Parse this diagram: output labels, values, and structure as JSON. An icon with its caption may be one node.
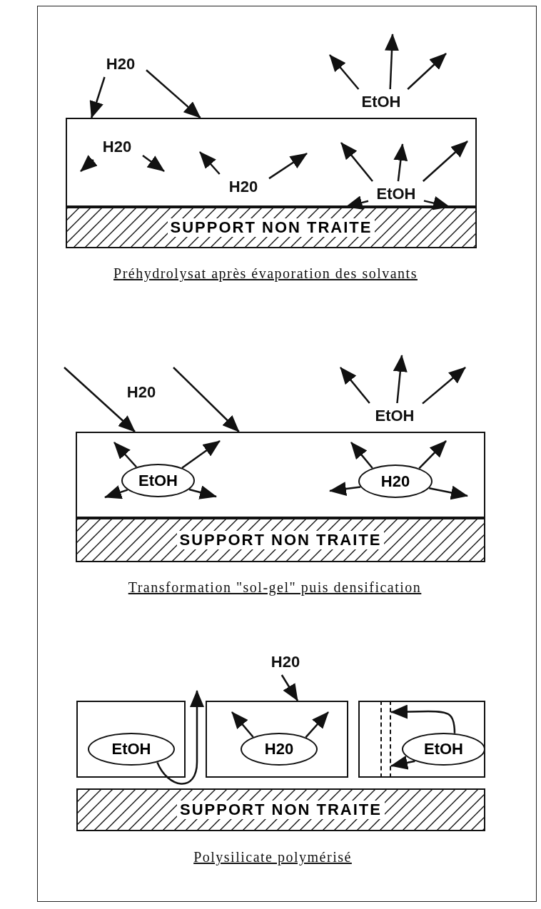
{
  "diagram": {
    "nodes": [
      {
        "text": [
          "H20"
        ]
      },
      {
        "text": [
          "EtOH"
        ]
      },
      {
        "text": [],
        "shape": "box"
      },
      {
        "text": [
          "H20"
        ],
        "in": 2
      },
      {
        "text": [
          "H20"
        ],
        "in": 2
      },
      {
        "text": [
          "EtOH"
        ],
        "in": 2
      },
      {
        "text": [
          "SUPPORT NON TRAITE"
        ]
      },
      {
        "text": [
          "H20"
        ]
      },
      {
        "text": [
          "EtOH"
        ]
      },
      {
        "text": [],
        "shape": "box"
      },
      {
        "text": [
          "EtOH"
        ],
        "in": 9
      },
      {
        "text": [
          "H20"
        ],
        "in": 9
      },
      {
        "text": [
          "SUPPORT NON TRAITE"
        ]
      },
      {
        "text": [
          "H20"
        ]
      },
      {
        "text": [],
        "shape": "box"
      },
      {
        "text": [
          "EtOH"
        ],
        "in": 14
      },
      {
        "text": [],
        "shape": "box"
      },
      {
        "text": [
          "H20"
        ],
        "in": 16
      },
      {
        "text": [],
        "shape": "box"
      },
      {
        "text": [],
        "shape": "bar",
        "in": 18
      },
      {
        "text": [
          "EtOH"
        ],
        "in": 18
      },
      {
        "text": [
          "SUPPORT NON TRAITE"
        ]
      }
    ],
    "edges": [
      {
        "from": 0,
        "to": 2,
        "arrow": "to"
      },
      {
        "from": 0,
        "to": 2,
        "arrow": "to"
      },
      {
        "from": 1,
        "to": null,
        "arrow": "to"
      },
      {
        "from": 1,
        "to": null,
        "arrow": "to"
      },
      {
        "from": 1,
        "to": null,
        "arrow": "to"
      },
      {
        "from": 3,
        "to": null,
        "arrow": "to"
      },
      {
        "from": 3,
        "to": null,
        "arrow": "to"
      },
      {
        "from": 4,
        "to": null,
        "arrow": "to"
      },
      {
        "from": 4,
        "to": null,
        "arrow": "to"
      },
      {
        "from": 5,
        "to": null,
        "arrow": "to"
      },
      {
        "from": 5,
        "to": null,
        "arrow": "to"
      },
      {
        "from": 5,
        "to": null,
        "arrow": "to"
      },
      {
        "from": 5,
        "to": 6,
        "arrow": "to"
      },
      {
        "from": 5,
        "to": 6,
        "arrow": "to"
      },
      {
        "from": null,
        "to": 9,
        "arrow": "to"
      },
      {
        "from": null,
        "to": 9,
        "arrow": "to"
      },
      {
        "from": 8,
        "to": null,
        "arrow": "to"
      },
      {
        "from": 8,
        "to": null,
        "arrow": "to"
      },
      {
        "from": 8,
        "to": null,
        "arrow": "to"
      },
      {
        "from": 10,
        "to": null,
        "arrow": "to"
      },
      {
        "from": 10,
        "to": null,
        "arrow": "to"
      },
      {
        "from": 10,
        "to": null,
        "arrow": "to"
      },
      {
        "from": 10,
        "to": null,
        "arrow": "to"
      },
      {
        "from": 11,
        "to": null,
        "arrow": "to"
      },
      {
        "from": 11,
        "to": null,
        "arrow": "to"
      },
      {
        "from": 11,
        "to": null,
        "arrow": "to"
      },
      {
        "from": 11,
        "to": null,
        "arrow": "to"
      },
      {
        "from": 13,
        "to": 16,
        "arrow": "to"
      },
      {
        "from": 15,
        "to": null,
        "arrow": "to"
      },
      {
        "from": 17,
        "to": null,
        "arrow": "to"
      },
      {
        "from": 17,
        "to": null,
        "arrow": "to"
      },
      {
        "from": 20,
        "to": 19,
        "arrow": "to"
      },
      {
        "from": 20,
        "to": 19,
        "arrow": "to"
      }
    ],
    "labels": [
      "Préhydrolysat après évaporation des solvants",
      "Transformation \"sol-gel\" puis densification",
      "Polysilicate polymérisé"
    ]
  }
}
